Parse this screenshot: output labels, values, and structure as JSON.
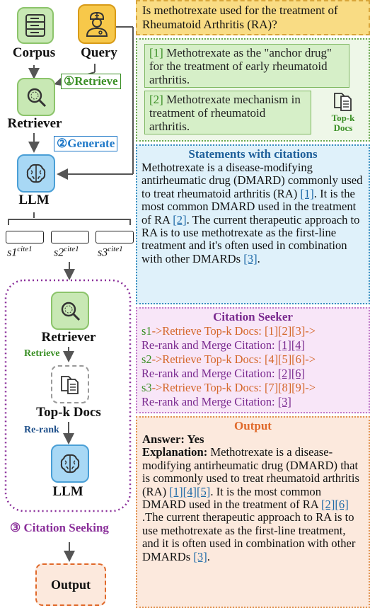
{
  "colors": {
    "retrieve": "#3a8f25",
    "generate": "#1e78c8",
    "citation": "#7a2a8f",
    "output_title": "#e0692a",
    "query_panel": "#f9dc84",
    "docs_panel": "#eaf5e2",
    "statements_panel": "#dff1fa",
    "seeker_panel": "#f8e6f8",
    "output_panel": "#fce9dd"
  },
  "left": {
    "corpus_label": "Corpus",
    "query_label": "Query",
    "retriever_label": "Retriever",
    "llm_label": "LLM",
    "step1_label": "①Retrieve",
    "step2_label": "②Generate",
    "statements": [
      {
        "base": "s1",
        "sup": "cite1"
      },
      {
        "base": "s2",
        "sup": "cite1"
      },
      {
        "base": "s3",
        "sup": "cite1"
      }
    ],
    "seeking": {
      "retriever_label": "Retriever",
      "retrieve_label": "Retrieve",
      "topk_label": "Top-k Docs",
      "rerank_label": "Re-rank",
      "llm_label": "LLM"
    },
    "step3_label": "③ Citation Seeking",
    "output_label": "Output"
  },
  "query_text": "Is methotrexate used for the treatment of Rheumatoid Arthritis (RA)?",
  "docs": {
    "doc1_num": "[1]",
    "doc1_text": " Methotrexate as the \"anchor drug\" for the treatment of early rheumatoid arthritis.",
    "doc2_num": "[2]",
    "doc2_text": " Methotrexate mechanism in treatment of rheumatoid arthritis.",
    "topk_label": "Top-k Docs"
  },
  "statements_panel": {
    "title": "Statements with citations",
    "p1": "Methotrexate is a disease-modifying antirheumatic drug (DMARD) commonly used to treat rheumatoid arthritis (RA) ",
    "c1": "[1]",
    "p2": ". It is the most common DMARD used in the treatment of RA ",
    "c2": "[2]",
    "p3": ". The current therapeutic approach to RA is to use methotrexate as the first-line treatment and it's often used in combination with other DMARDs ",
    "c3": "[3]",
    "p4": "."
  },
  "seeker_panel": {
    "title": "Citation Seeker",
    "rows": [
      {
        "s": "s1",
        "retrieve": "->Retrieve Top-k Docs: [1][2][3]->",
        "rerank": "Re-rank and Merge Citation: ",
        "cites": "[1][4]"
      },
      {
        "s": "s2",
        "retrieve": "->Retrieve Top-k Docs: [4][5][6]->",
        "rerank": "Re-rank and Merge Citation: ",
        "cites": "[2][6]"
      },
      {
        "s": "s3",
        "retrieve": "->Retrieve Top-k Docs: [7][8][9]->",
        "rerank": "Re-rank and Merge Citation: ",
        "cites": "[3]"
      }
    ]
  },
  "output_panel": {
    "title": "Output",
    "answer": "Answer: Yes",
    "explanation_label": "Explanation:",
    "e1": " Methotrexate is a disease-modifying antirheumatic drug (DMARD) that is commonly used to treat rheumatoid arthritis (RA) ",
    "c1": "[1][4][5]",
    "e2": ". It is the most common DMARD used in the treatment of RA ",
    "c2": "[2][6]",
    "e3": " .The current therapeutic approach to RA is to use methotrexate as the first-line treatment, and it is often used in combination with other DMARDs ",
    "c3": "[3]",
    "e4": "."
  }
}
